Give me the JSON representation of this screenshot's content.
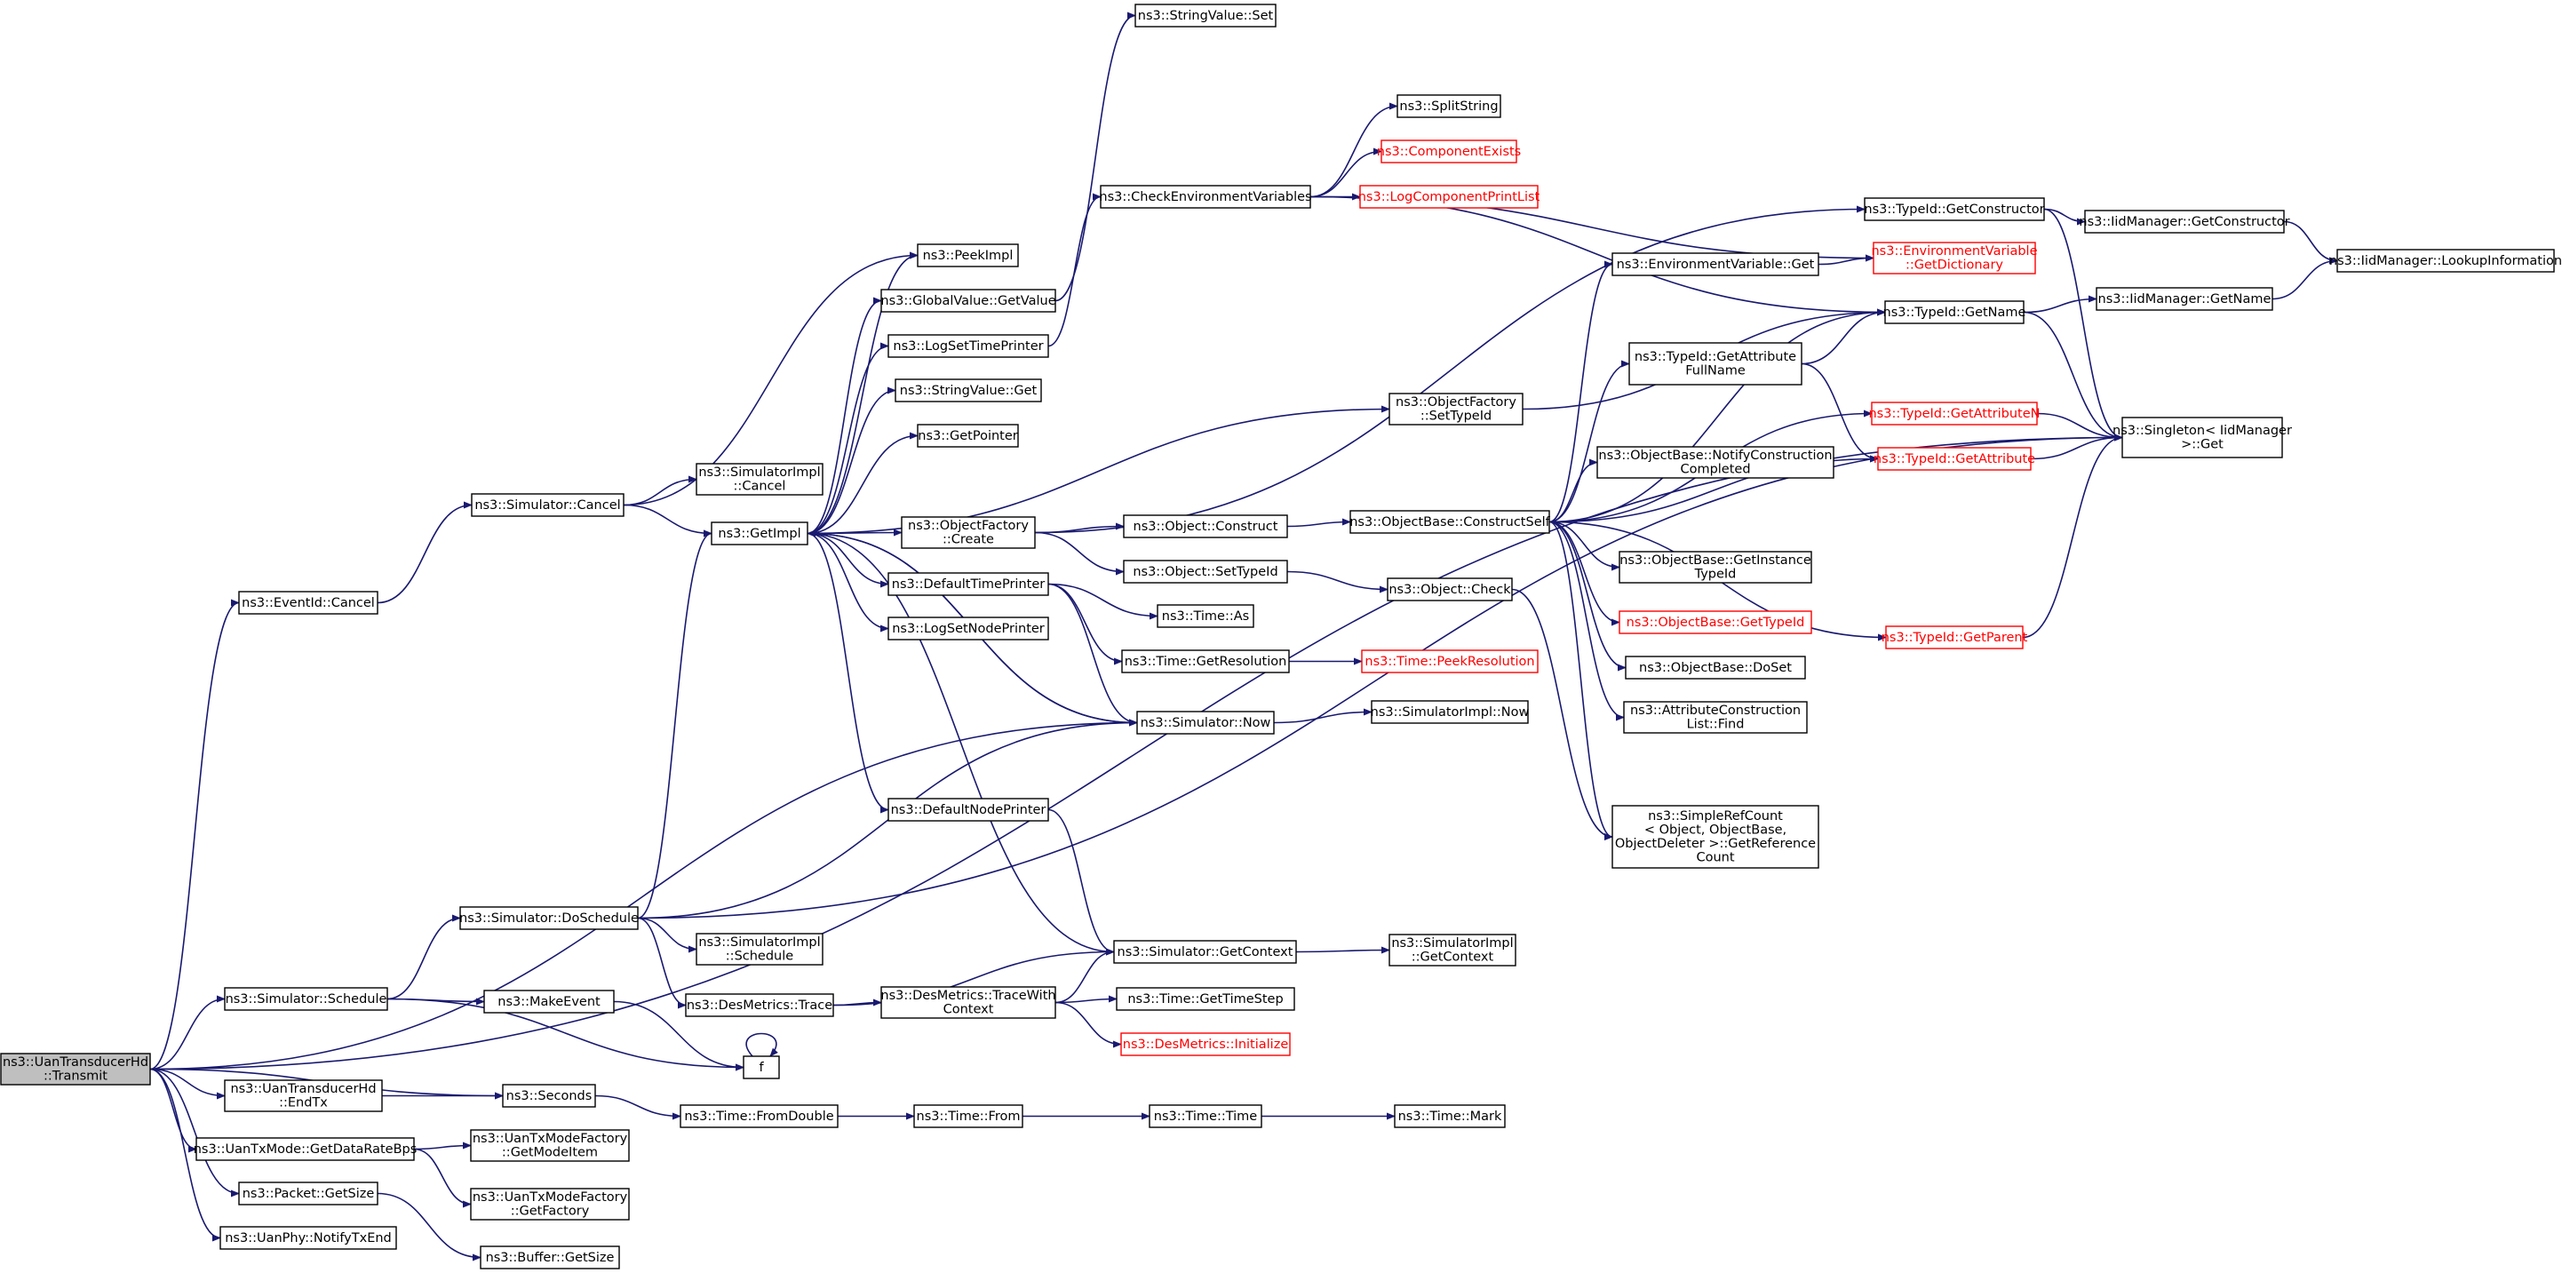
{
  "diagram": {
    "nodes": [
      {
        "id": "root",
        "lines": [
          "ns3::UanTransducerHd",
          "::Transmit"
        ],
        "style": "root"
      },
      {
        "id": "eventid_cancel",
        "lines": [
          "ns3::EventId::Cancel"
        ]
      },
      {
        "id": "sim_schedule",
        "lines": [
          "ns3::Simulator::Schedule"
        ]
      },
      {
        "id": "uan_endtx",
        "lines": [
          "ns3::UanTransducerHd",
          "::EndTx"
        ]
      },
      {
        "id": "txmode_getdatarate",
        "lines": [
          "ns3::UanTxMode::GetDataRateBps"
        ]
      },
      {
        "id": "packet_getsize",
        "lines": [
          "ns3::Packet::GetSize"
        ]
      },
      {
        "id": "uanphy_notify",
        "lines": [
          "ns3::UanPhy::NotifyTxEnd"
        ]
      },
      {
        "id": "sim_cancel",
        "lines": [
          "ns3::Simulator::Cancel"
        ]
      },
      {
        "id": "sim_doschedule",
        "lines": [
          "ns3::Simulator::DoSchedule"
        ]
      },
      {
        "id": "makeevent",
        "lines": [
          "ns3::MakeEvent"
        ]
      },
      {
        "id": "seconds",
        "lines": [
          "ns3::Seconds"
        ]
      },
      {
        "id": "f",
        "lines": [
          "f"
        ]
      },
      {
        "id": "uantxmodefactory_getmodeitem",
        "lines": [
          "ns3::UanTxModeFactory",
          "::GetModeItem"
        ]
      },
      {
        "id": "uantxmodefactory_getfactory",
        "lines": [
          "ns3::UanTxModeFactory",
          "::GetFactory"
        ]
      },
      {
        "id": "buffer_getsize",
        "lines": [
          "ns3::Buffer::GetSize"
        ]
      },
      {
        "id": "simimpl_cancel",
        "lines": [
          "ns3::SimulatorImpl",
          "::Cancel"
        ]
      },
      {
        "id": "getimpl",
        "lines": [
          "ns3::GetImpl"
        ]
      },
      {
        "id": "simimpl_schedule",
        "lines": [
          "ns3::SimulatorImpl",
          "::Schedule"
        ]
      },
      {
        "id": "desmetrics_trace",
        "lines": [
          "ns3::DesMetrics::Trace"
        ]
      },
      {
        "id": "time_fromdouble",
        "lines": [
          "ns3::Time::FromDouble"
        ]
      },
      {
        "id": "peekimpl",
        "lines": [
          "ns3::PeekImpl"
        ]
      },
      {
        "id": "globalvalue_getvalue",
        "lines": [
          "ns3::GlobalValue::GetValue"
        ]
      },
      {
        "id": "logsettimeprinter",
        "lines": [
          "ns3::LogSetTimePrinter"
        ]
      },
      {
        "id": "stringvalue_get",
        "lines": [
          "ns3::StringValue::Get"
        ]
      },
      {
        "id": "getpointer",
        "lines": [
          "ns3::GetPointer"
        ]
      },
      {
        "id": "objectfactory_create",
        "lines": [
          "ns3::ObjectFactory",
          "::Create"
        ]
      },
      {
        "id": "defaulttimeprinter",
        "lines": [
          "ns3::DefaultTimePrinter"
        ]
      },
      {
        "id": "logsetnodeprinter",
        "lines": [
          "ns3::LogSetNodePrinter"
        ]
      },
      {
        "id": "defaultnodeprinter",
        "lines": [
          "ns3::DefaultNodePrinter"
        ]
      },
      {
        "id": "desmetrics_tracewithcontext",
        "lines": [
          "ns3::DesMetrics::TraceWith",
          "Context"
        ]
      },
      {
        "id": "time_from",
        "lines": [
          "ns3::Time::From"
        ]
      },
      {
        "id": "stringvalue_set",
        "lines": [
          "ns3::StringValue::Set"
        ]
      },
      {
        "id": "checkenvvars",
        "lines": [
          "ns3::CheckEnvironmentVariables"
        ]
      },
      {
        "id": "objectfactory_settypeid",
        "lines": [
          "ns3::ObjectFactory",
          "::SetTypeId"
        ]
      },
      {
        "id": "object_construct",
        "lines": [
          "ns3::Object::Construct"
        ]
      },
      {
        "id": "object_settypeid",
        "lines": [
          "ns3::Object::SetTypeId"
        ]
      },
      {
        "id": "time_as",
        "lines": [
          "ns3::Time::As"
        ]
      },
      {
        "id": "time_getresolution",
        "lines": [
          "ns3::Time::GetResolution"
        ]
      },
      {
        "id": "sim_now",
        "lines": [
          "ns3::Simulator::Now"
        ]
      },
      {
        "id": "sim_getcontext",
        "lines": [
          "ns3::Simulator::GetContext"
        ]
      },
      {
        "id": "time_gettimestep",
        "lines": [
          "ns3::Time::GetTimeStep"
        ]
      },
      {
        "id": "desmetrics_initialize",
        "lines": [
          "ns3::DesMetrics::Initialize"
        ],
        "style": "red"
      },
      {
        "id": "time_time",
        "lines": [
          "ns3::Time::Time"
        ]
      },
      {
        "id": "splitstring",
        "lines": [
          "ns3::SplitString"
        ]
      },
      {
        "id": "componentexists",
        "lines": [
          "ns3::ComponentExists"
        ],
        "style": "red"
      },
      {
        "id": "logcomponentprintlist",
        "lines": [
          "ns3::LogComponentPrintList"
        ],
        "style": "red"
      },
      {
        "id": "objectbase_constructself",
        "lines": [
          "ns3::ObjectBase::ConstructSelf"
        ]
      },
      {
        "id": "object_check",
        "lines": [
          "ns3::Object::Check"
        ]
      },
      {
        "id": "time_peekresolution",
        "lines": [
          "ns3::Time::PeekResolution"
        ],
        "style": "red"
      },
      {
        "id": "simimpl_now",
        "lines": [
          "ns3::SimulatorImpl::Now"
        ]
      },
      {
        "id": "simimpl_getcontext",
        "lines": [
          "ns3::SimulatorImpl",
          "::GetContext"
        ]
      },
      {
        "id": "time_mark",
        "lines": [
          "ns3::Time::Mark"
        ]
      },
      {
        "id": "envvar_get",
        "lines": [
          "ns3::EnvironmentVariable::Get"
        ]
      },
      {
        "id": "typeid_getattributefullname",
        "lines": [
          "ns3::TypeId::GetAttribute",
          "FullName"
        ]
      },
      {
        "id": "objectbase_notifyconstructioncompleted",
        "lines": [
          "ns3::ObjectBase::NotifyConstruction",
          "Completed"
        ]
      },
      {
        "id": "objectbase_getinstancetypeid",
        "lines": [
          "ns3::ObjectBase::GetInstance",
          "TypeId"
        ]
      },
      {
        "id": "objectbase_gettypeid",
        "lines": [
          "ns3::ObjectBase::GetTypeId"
        ],
        "style": "red"
      },
      {
        "id": "objectbase_doset",
        "lines": [
          "ns3::ObjectBase::DoSet"
        ]
      },
      {
        "id": "attributeconstructionlist_find",
        "lines": [
          "ns3::AttributeConstruction",
          "List::Find"
        ]
      },
      {
        "id": "simplerefcount_getreferencecount",
        "lines": [
          "ns3::SimpleRefCount",
          "< Object, ObjectBase,",
          "ObjectDeleter >::GetReference",
          "Count"
        ]
      },
      {
        "id": "typeid_getconstructor",
        "lines": [
          "ns3::TypeId::GetConstructor"
        ]
      },
      {
        "id": "envvar_getdictionary",
        "lines": [
          "ns3::EnvironmentVariable",
          "::GetDictionary"
        ],
        "style": "red"
      },
      {
        "id": "typeid_getname",
        "lines": [
          "ns3::TypeId::GetName"
        ]
      },
      {
        "id": "typeid_getattributen",
        "lines": [
          "ns3::TypeId::GetAttributeN"
        ],
        "style": "red"
      },
      {
        "id": "typeid_getattribute",
        "lines": [
          "ns3::TypeId::GetAttribute"
        ],
        "style": "red"
      },
      {
        "id": "typeid_getparent",
        "lines": [
          "ns3::TypeId::GetParent"
        ],
        "style": "red"
      },
      {
        "id": "iidmanager_getconstructor",
        "lines": [
          "ns3::IidManager::GetConstructor"
        ]
      },
      {
        "id": "iidmanager_getname",
        "lines": [
          "ns3::IidManager::GetName"
        ]
      },
      {
        "id": "singleton_get",
        "lines": [
          "ns3::Singleton< IidManager",
          ">::Get"
        ]
      },
      {
        "id": "iidmanager_lookupinformation",
        "lines": [
          "ns3::IidManager::LookupInformation"
        ]
      }
    ],
    "edges": [
      [
        "root",
        "eventid_cancel"
      ],
      [
        "root",
        "sim_schedule"
      ],
      [
        "root",
        "seconds"
      ],
      [
        "root",
        "uan_endtx"
      ],
      [
        "root",
        "txmode_getdatarate"
      ],
      [
        "root",
        "packet_getsize"
      ],
      [
        "root",
        "uanphy_notify"
      ],
      [
        "root",
        "sim_now"
      ],
      [
        "root",
        "singleton_get"
      ],
      [
        "eventid_cancel",
        "sim_cancel"
      ],
      [
        "sim_cancel",
        "peekimpl"
      ],
      [
        "sim_cancel",
        "simimpl_cancel"
      ],
      [
        "sim_cancel",
        "getimpl"
      ],
      [
        "sim_schedule",
        "sim_doschedule"
      ],
      [
        "sim_schedule",
        "makeevent"
      ],
      [
        "sim_schedule",
        "f"
      ],
      [
        "uan_endtx",
        "seconds"
      ],
      [
        "txmode_getdatarate",
        "uantxmodefactory_getmodeitem"
      ],
      [
        "txmode_getdatarate",
        "uantxmodefactory_getfactory"
      ],
      [
        "packet_getsize",
        "buffer_getsize"
      ],
      [
        "makeevent",
        "f"
      ],
      [
        "f",
        "f"
      ],
      [
        "seconds",
        "time_fromdouble"
      ],
      [
        "time_fromdouble",
        "time_from"
      ],
      [
        "time_from",
        "time_time"
      ],
      [
        "time_time",
        "time_mark"
      ],
      [
        "sim_doschedule",
        "getimpl"
      ],
      [
        "sim_doschedule",
        "sim_now"
      ],
      [
        "sim_doschedule",
        "simimpl_schedule"
      ],
      [
        "sim_doschedule",
        "desmetrics_trace"
      ],
      [
        "sim_doschedule",
        "singleton_get"
      ],
      [
        "desmetrics_trace",
        "desmetrics_tracewithcontext"
      ],
      [
        "desmetrics_trace",
        "sim_getcontext"
      ],
      [
        "desmetrics_tracewithcontext",
        "sim_getcontext"
      ],
      [
        "desmetrics_tracewithcontext",
        "time_gettimestep"
      ],
      [
        "desmetrics_tracewithcontext",
        "desmetrics_initialize"
      ],
      [
        "getimpl",
        "peekimpl"
      ],
      [
        "getimpl",
        "globalvalue_getvalue"
      ],
      [
        "getimpl",
        "logsettimeprinter"
      ],
      [
        "getimpl",
        "stringvalue_get"
      ],
      [
        "getimpl",
        "getpointer"
      ],
      [
        "getimpl",
        "objectfactory_create"
      ],
      [
        "getimpl",
        "defaulttimeprinter"
      ],
      [
        "getimpl",
        "logsetnodeprinter"
      ],
      [
        "getimpl",
        "defaultnodeprinter"
      ],
      [
        "getimpl",
        "sim_now"
      ],
      [
        "getimpl",
        "objectfactory_settypeid"
      ],
      [
        "globalvalue_getvalue",
        "stringvalue_set"
      ],
      [
        "logsettimeprinter",
        "checkenvvars"
      ],
      [
        "checkenvvars",
        "splitstring"
      ],
      [
        "checkenvvars",
        "componentexists"
      ],
      [
        "checkenvvars",
        "logcomponentprintlist"
      ],
      [
        "checkenvvars",
        "envvar_getdictionary"
      ],
      [
        "checkenvvars",
        "typeid_getname"
      ],
      [
        "objectfactory_create",
        "typeid_getconstructor"
      ],
      [
        "objectfactory_create",
        "object_construct"
      ],
      [
        "objectfactory_create",
        "object_settypeid"
      ],
      [
        "object_construct",
        "objectbase_constructself"
      ],
      [
        "object_settypeid",
        "object_check"
      ],
      [
        "object_check",
        "simplerefcount_getreferencecount"
      ],
      [
        "objectfactory_settypeid",
        "typeid_getname"
      ],
      [
        "defaulttimeprinter",
        "time_as"
      ],
      [
        "defaulttimeprinter",
        "time_getresolution"
      ],
      [
        "defaulttimeprinter",
        "sim_now"
      ],
      [
        "defaultnodeprinter",
        "sim_getcontext"
      ],
      [
        "time_getresolution",
        "time_peekresolution"
      ],
      [
        "sim_now",
        "simimpl_now"
      ],
      [
        "sim_now",
        "getimpl"
      ],
      [
        "sim_getcontext",
        "simimpl_getcontext"
      ],
      [
        "sim_getcontext",
        "getimpl"
      ],
      [
        "objectbase_constructself",
        "envvar_get"
      ],
      [
        "objectbase_constructself",
        "typeid_getattributefullname"
      ],
      [
        "objectbase_constructself",
        "typeid_getname"
      ],
      [
        "objectbase_constructself",
        "typeid_getattributen"
      ],
      [
        "objectbase_constructself",
        "typeid_getattribute"
      ],
      [
        "objectbase_constructself",
        "objectbase_notifyconstructioncompleted"
      ],
      [
        "objectbase_constructself",
        "objectbase_getinstancetypeid"
      ],
      [
        "objectbase_constructself",
        "objectbase_gettypeid"
      ],
      [
        "objectbase_constructself",
        "objectbase_doset"
      ],
      [
        "objectbase_constructself",
        "attributeconstructionlist_find"
      ],
      [
        "objectbase_constructself",
        "simplerefcount_getreferencecount"
      ],
      [
        "objectbase_constructself",
        "typeid_getparent"
      ],
      [
        "envvar_get",
        "envvar_getdictionary"
      ],
      [
        "typeid_getattributefullname",
        "typeid_getname"
      ],
      [
        "typeid_getattributefullname",
        "typeid_getattribute"
      ],
      [
        "typeid_getconstructor",
        "iidmanager_getconstructor"
      ],
      [
        "typeid_getconstructor",
        "singleton_get"
      ],
      [
        "typeid_getname",
        "iidmanager_getname"
      ],
      [
        "typeid_getname",
        "singleton_get"
      ],
      [
        "typeid_getattributen",
        "singleton_get"
      ],
      [
        "typeid_getattribute",
        "singleton_get"
      ],
      [
        "typeid_getparent",
        "singleton_get"
      ],
      [
        "iidmanager_getconstructor",
        "iidmanager_lookupinformation"
      ],
      [
        "iidmanager_getname",
        "iidmanager_lookupinformation"
      ]
    ]
  }
}
